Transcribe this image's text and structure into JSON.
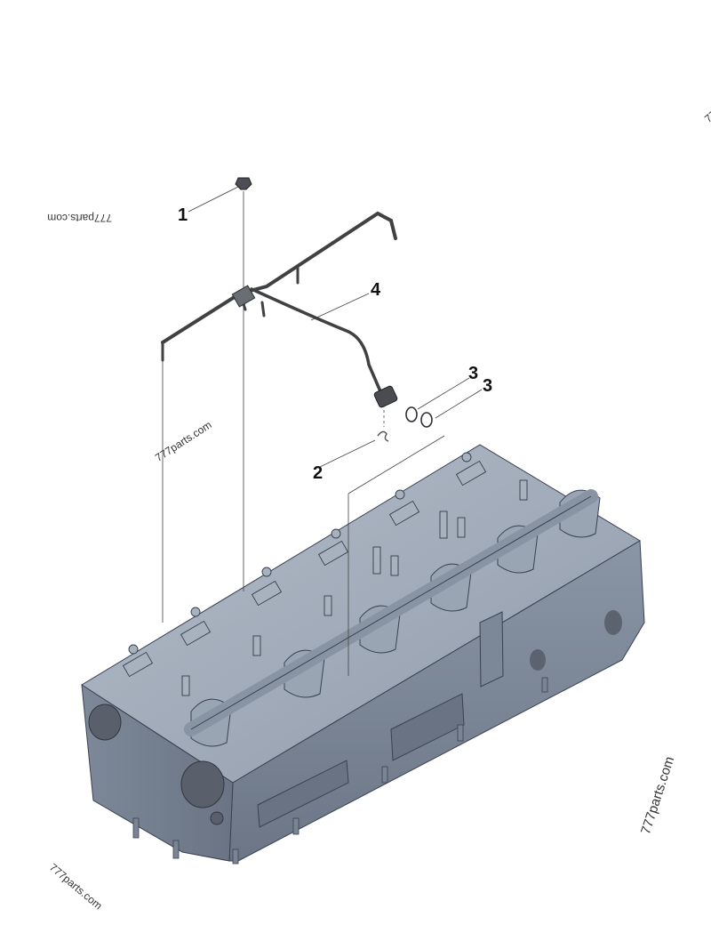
{
  "callouts": [
    {
      "id": "1",
      "label": "1"
    },
    {
      "id": "2",
      "label": "2"
    },
    {
      "id": "3a",
      "label": "3"
    },
    {
      "id": "3b",
      "label": "3"
    },
    {
      "id": "4",
      "label": "4"
    }
  ],
  "watermarks": {
    "text": "777parts.com",
    "top_right_fragment": "77"
  },
  "colors": {
    "body_light": "#a3adbb",
    "body_mid": "#8b96a6",
    "body_dark": "#6e7888",
    "edge": "#3a4150",
    "leader": "#444444",
    "harness": "#3f4142"
  }
}
